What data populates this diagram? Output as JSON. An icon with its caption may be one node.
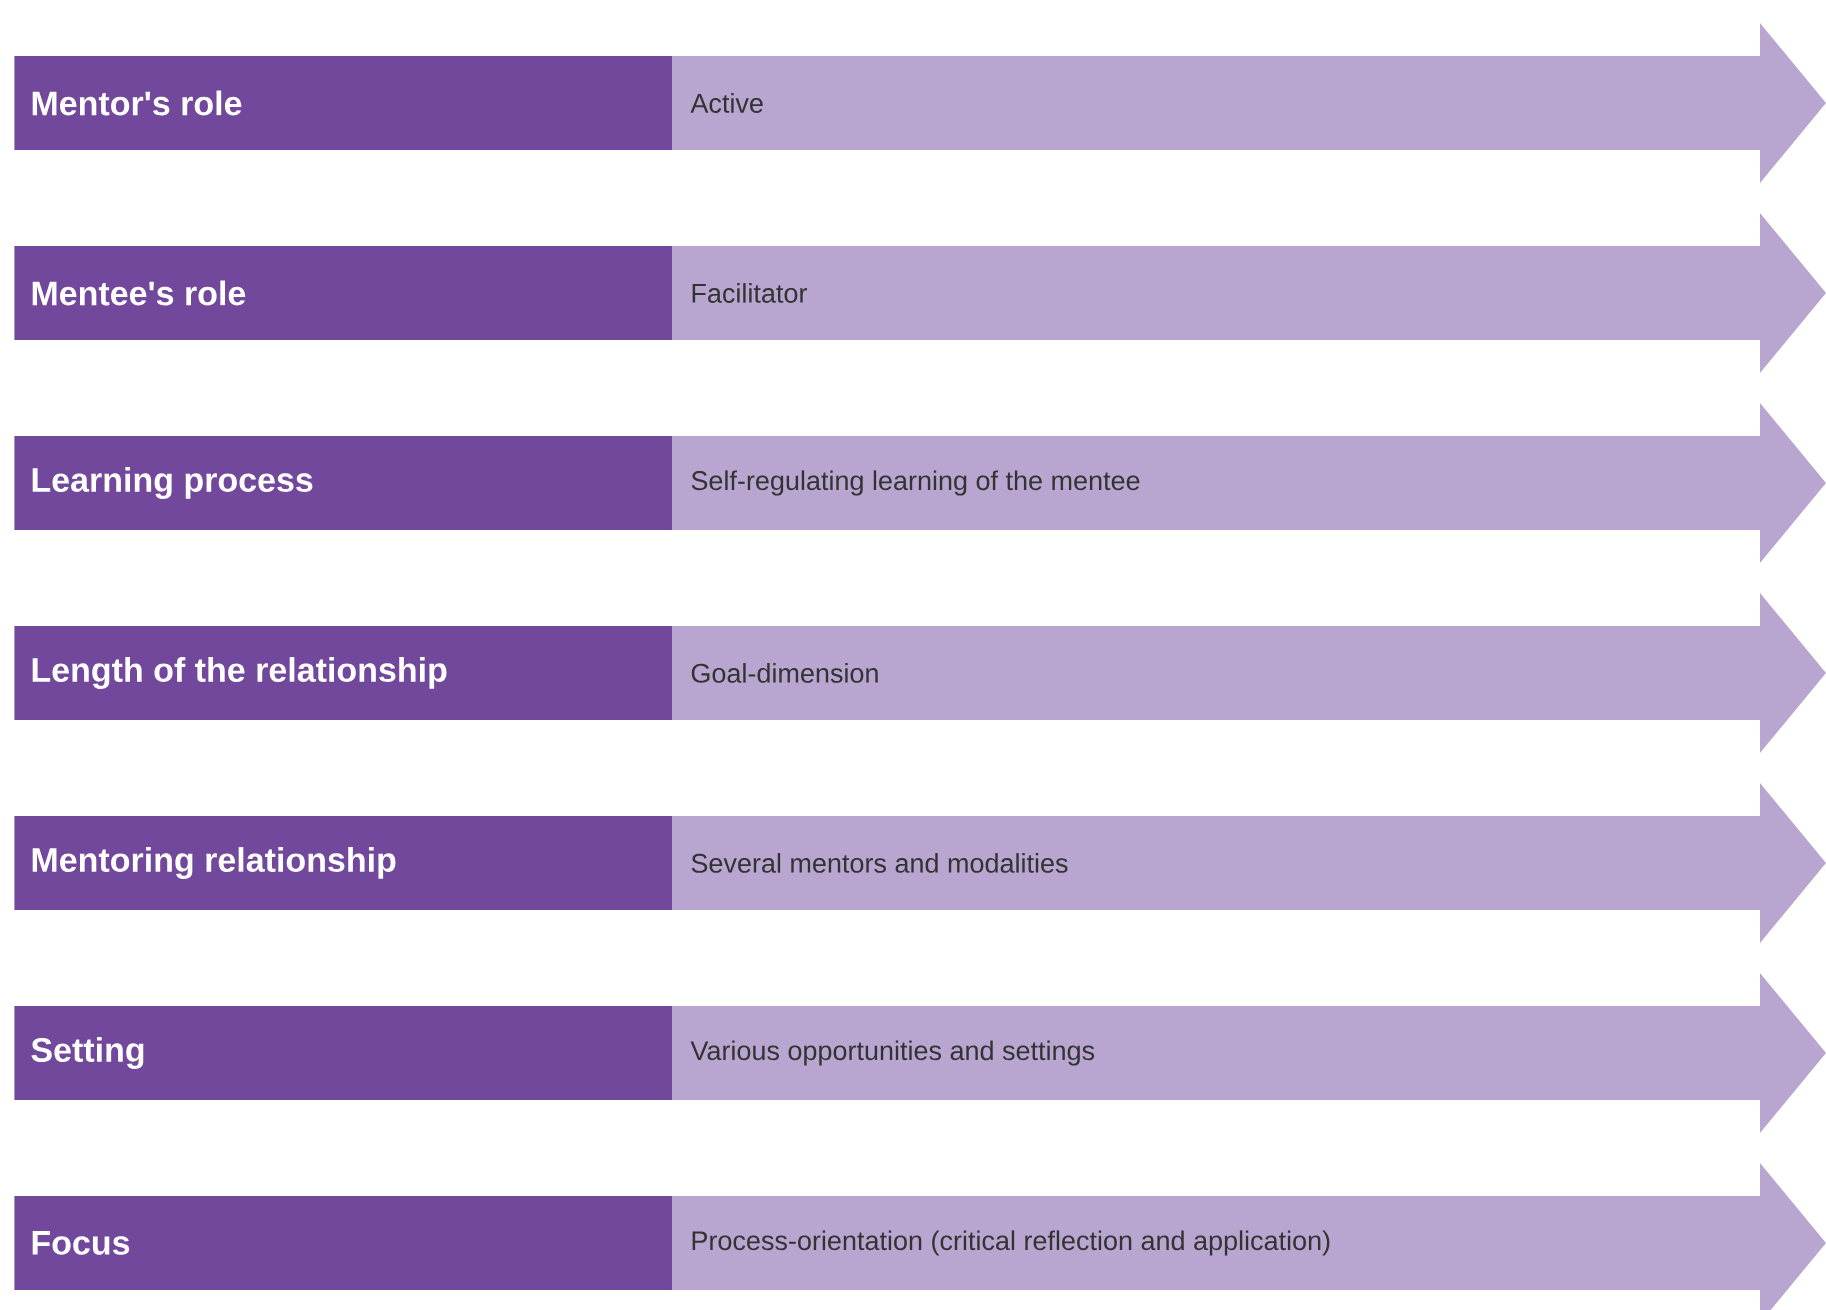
{
  "diagram": {
    "nodes": [
      {
        "text": [
          "Mentor's role"
        ]
      },
      {
        "text": [
          "Active"
        ]
      },
      {
        "text": [
          "Mentee's role"
        ]
      },
      {
        "text": [
          "Facilitator"
        ]
      },
      {
        "text": [
          "Learning process"
        ]
      },
      {
        "text": [
          "Self-regulating learning of the mentee"
        ]
      },
      {
        "text": [
          "Length of the relationship"
        ]
      },
      {
        "text": [
          "Goal-dimension"
        ]
      },
      {
        "text": [
          "Mentoring relationship"
        ]
      },
      {
        "text": [
          "Several mentors and modalities"
        ]
      },
      {
        "text": [
          "Setting"
        ]
      },
      {
        "text": [
          "Various opportunities and settings"
        ]
      },
      {
        "text": [
          "Focus"
        ]
      },
      {
        "text": [
          "Process-orientation (critical reflection and application)"
        ]
      }
    ]
  }
}
